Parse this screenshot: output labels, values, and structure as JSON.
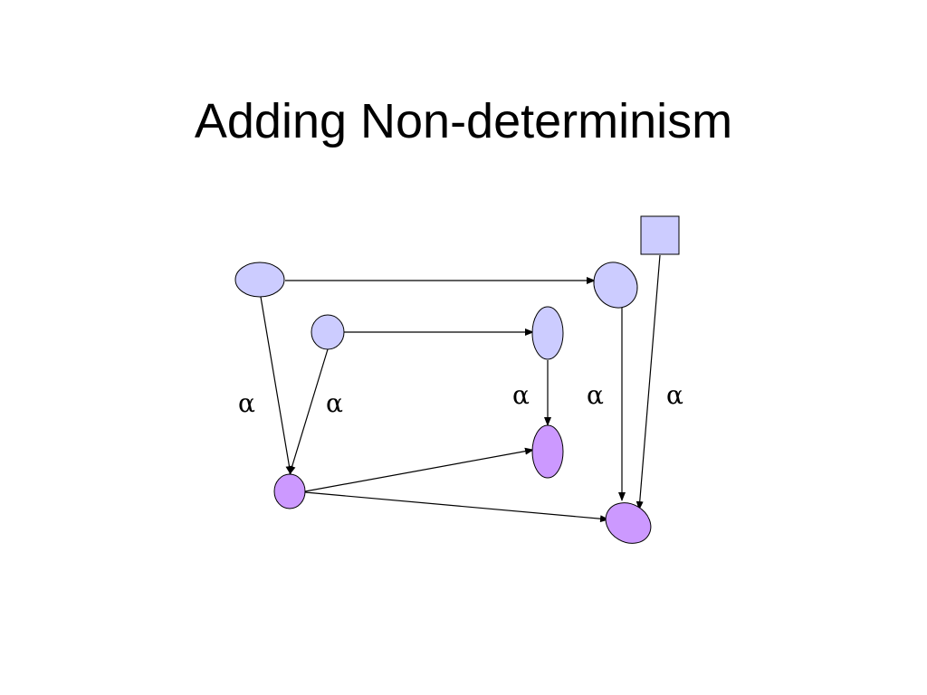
{
  "slide": {
    "title": "Adding Non-determinism"
  },
  "colors": {
    "state_fill": "#ccccff",
    "target_fill": "#cc99ff",
    "stroke": "#000000"
  },
  "diagram": {
    "nodes": [
      {
        "id": "n-top-left",
        "shape": "ellipse",
        "role": "state"
      },
      {
        "id": "n-top-right",
        "shape": "ellipse",
        "role": "state"
      },
      {
        "id": "n-square",
        "shape": "square",
        "role": "state"
      },
      {
        "id": "n-mid-small",
        "shape": "ellipse",
        "role": "state"
      },
      {
        "id": "n-mid-right",
        "shape": "ellipse",
        "role": "state"
      },
      {
        "id": "n-bottom-left",
        "shape": "ellipse",
        "role": "target"
      },
      {
        "id": "n-mid-bottom",
        "shape": "ellipse",
        "role": "target"
      },
      {
        "id": "n-bottom-right",
        "shape": "ellipse",
        "role": "target"
      }
    ],
    "edges": [
      {
        "from": "n-top-left",
        "to": "n-top-right",
        "label": ""
      },
      {
        "from": "n-mid-small",
        "to": "n-mid-right",
        "label": ""
      },
      {
        "from": "n-top-left",
        "to": "n-bottom-left",
        "label": "α"
      },
      {
        "from": "n-mid-small",
        "to": "n-bottom-left",
        "label": "α"
      },
      {
        "from": "n-mid-right",
        "to": "n-mid-bottom",
        "label": "α"
      },
      {
        "from": "n-top-right",
        "to": "n-bottom-right",
        "label": "α"
      },
      {
        "from": "n-square",
        "to": "n-bottom-right",
        "label": "α"
      },
      {
        "from": "n-bottom-left",
        "to": "n-mid-bottom",
        "label": ""
      },
      {
        "from": "n-bottom-left",
        "to": "n-bottom-right",
        "label": ""
      }
    ]
  }
}
